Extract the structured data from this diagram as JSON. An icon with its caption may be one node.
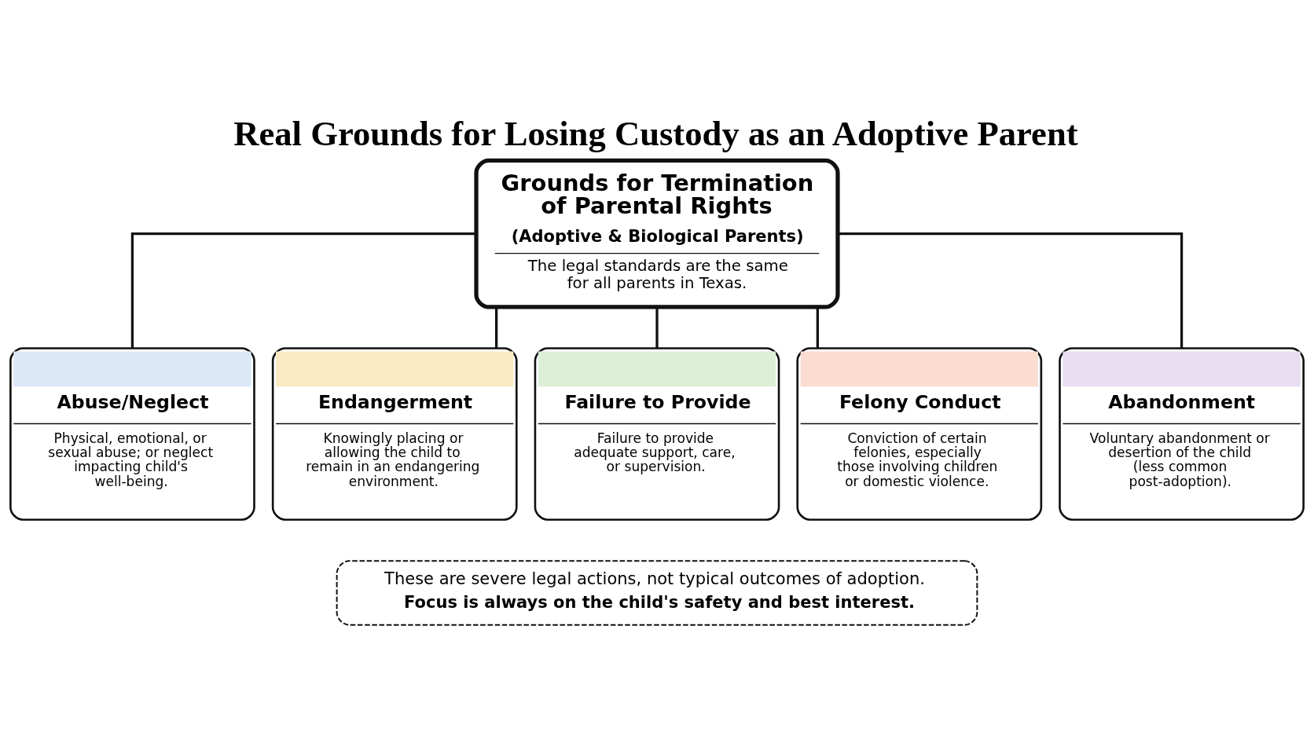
{
  "diagram": {
    "title": "Real Grounds for Losing Custody as an Adoptive Parent",
    "nodes": [
      {
        "text": [
          "Grounds for Termination of Parental Rights",
          "(Adoptive & Biological Parents)",
          "The legal standards are the same for all parents in Texas."
        ]
      },
      {
        "text": [
          "Abuse/Neglect",
          "Physical, emotional, or sexual abuse; or neglect impacting child's well-being."
        ]
      },
      {
        "text": [
          "Endangerment",
          "Knowingly placing or allowing the child to remain in an endangering environment."
        ]
      },
      {
        "text": [
          "Failure to Provide",
          "Failure to provide adequate support, care, or supervision."
        ]
      },
      {
        "text": [
          "Felony Conduct",
          "Conviction of certain felonies, especially those involving children or domestic violence."
        ]
      },
      {
        "text": [
          "Abandonment",
          "Voluntary abandonment or desertion of the child (less common post-adoption)."
        ]
      },
      {
        "text": [
          "These are severe legal actions, not typical outcomes of adoption.",
          "Focus is always on the child's safety and best interest."
        ]
      }
    ],
    "edges": [
      {
        "from": 0,
        "to": 1,
        "arrow": "none"
      },
      {
        "from": 0,
        "to": 2,
        "arrow": "none"
      },
      {
        "from": 0,
        "to": 3,
        "arrow": "none"
      },
      {
        "from": 0,
        "to": 4,
        "arrow": "none"
      },
      {
        "from": 0,
        "to": 5,
        "arrow": "none"
      }
    ]
  }
}
